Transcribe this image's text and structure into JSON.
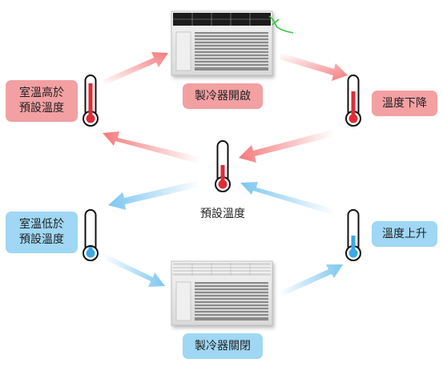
{
  "labels": {
    "ac_on": "製冷器開啟",
    "temp_falls": "溫度下降",
    "room_above_setpoint": "室溫高於\n預設溫度",
    "setpoint": "預設溫度",
    "room_below_setpoint": "室溫低於\n預設溫度",
    "temp_rises": "溫度上升",
    "ac_off": "製冷器關閉"
  },
  "colors": {
    "warm": "#f3a0a3",
    "warm_arrow": "#f47a7e",
    "cool": "#9fd7f4",
    "cool_arrow": "#7cc6f0",
    "mercury_red": "#e22b35",
    "mercury_blue": "#3ba9e6"
  },
  "icons": [
    "air-conditioner-icon",
    "thermometer-icon",
    "arrow-icon"
  ]
}
